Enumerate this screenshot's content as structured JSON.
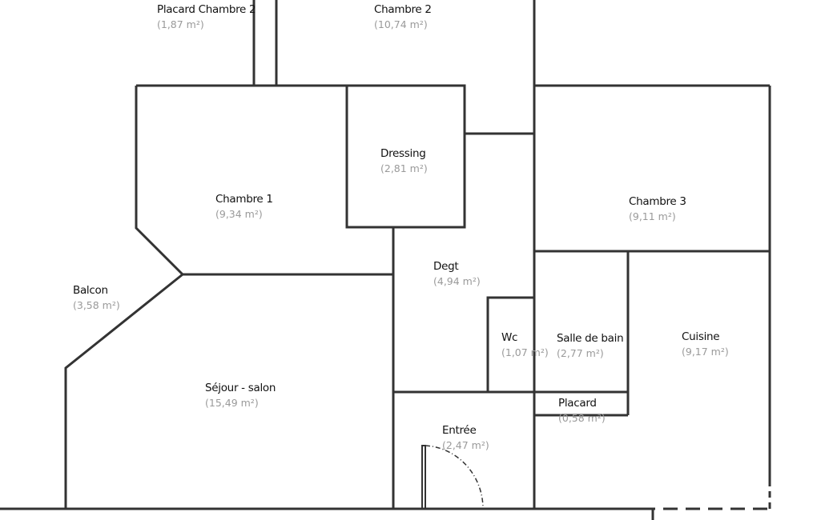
{
  "plan": {
    "wall_color": "#333333",
    "label_color": "#111111",
    "area_color": "#9a9a9a",
    "rooms": [
      {
        "name": "Placard Chambre 2",
        "area": "(1,87 m²)"
      },
      {
        "name": "Chambre 2",
        "area": "(10,74 m²)"
      },
      {
        "name": "Dressing",
        "area": "(2,81 m²)"
      },
      {
        "name": "Chambre 1",
        "area": "(9,34 m²)"
      },
      {
        "name": "Chambre 3",
        "area": "(9,11 m²)"
      },
      {
        "name": "Degt",
        "area": "(4,94 m²)"
      },
      {
        "name": "Balcon",
        "area": "(3,58 m²)"
      },
      {
        "name": "Wc",
        "area": "(1,07 m²)"
      },
      {
        "name": "Salle de bain",
        "area": "(2,77 m²)"
      },
      {
        "name": "Cuisine",
        "area": "(9,17 m²)"
      },
      {
        "name": "Séjour - salon",
        "area": "(15,49 m²)"
      },
      {
        "name": "Placard",
        "area": "(0,58 m²)"
      },
      {
        "name": "Entrée",
        "area": "(2,47 m²)"
      }
    ]
  }
}
